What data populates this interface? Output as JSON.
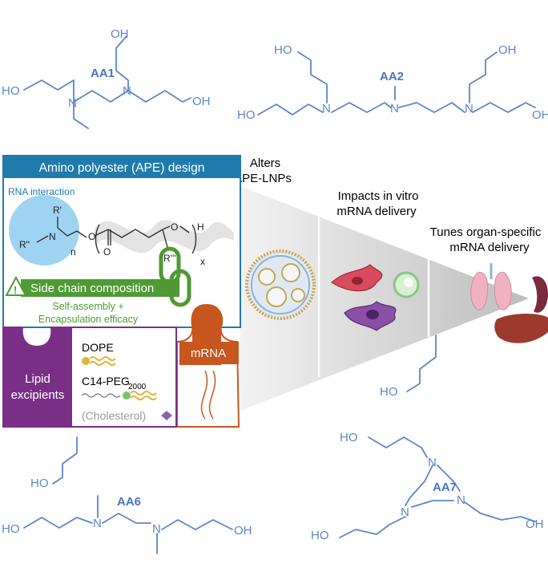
{
  "molecules": {
    "aa1": {
      "label": "AA1",
      "oh_top": "OH",
      "ho_left": "HO",
      "oh_right": "OH",
      "n1": "N",
      "n2": "N"
    },
    "aa2": {
      "label": "AA2",
      "ho_top": "HO",
      "oh_top": "OH",
      "ho_left": "HO",
      "oh_right": "OH",
      "n1": "N",
      "n2": "N",
      "n3": "N"
    },
    "aa6": {
      "label": "AA6",
      "ho_top": "HO",
      "ho_left": "HO",
      "oh_right": "OH",
      "n1": "N",
      "n2": "N"
    },
    "aa7": {
      "label": "AA7",
      "ho_top": "HO",
      "ho_left": "HO",
      "oh_right": "OH",
      "n1": "N",
      "n2": "N",
      "n3": "N"
    },
    "mid": {
      "ho": "HO"
    }
  },
  "design": {
    "title": "Amino polyester (APE) design",
    "rna_interaction": "RNA interaction",
    "r1": "R'",
    "r2": "R\"",
    "n": "N",
    "sub_n": "n",
    "o1": "O",
    "o2": "O",
    "o3": "O",
    "h": "H",
    "x": "x",
    "r3": "R'''",
    "side_chain": "Side chain composition",
    "warn": "!",
    "self_assembly": "Self-assembly +",
    "encapsulation": "Encapsulation efficacy"
  },
  "excipients": {
    "lipid_line1": "Lipid",
    "lipid_line2": "excipients",
    "dope": "DOPE",
    "peg": "C14-PEG",
    "peg_sub": "2000",
    "cholesterol": "(Cholesterol)",
    "mrna": "mRNA"
  },
  "stages": {
    "s1_line1": "Alters",
    "s1_line2": "APE-LNPs",
    "s2_line1": "Impacts in vitro",
    "s2_line2": "mRNA delivery",
    "s3_line1": "Tunes organ-specific",
    "s3_line2": "mRNA delivery"
  },
  "colors": {
    "teal": "#1f7bab",
    "green": "#4f9a35",
    "purple": "#7a2f86",
    "orange": "#c8561f",
    "molecule": "#5b86c9",
    "rna_blob": "#9fd3f2"
  }
}
